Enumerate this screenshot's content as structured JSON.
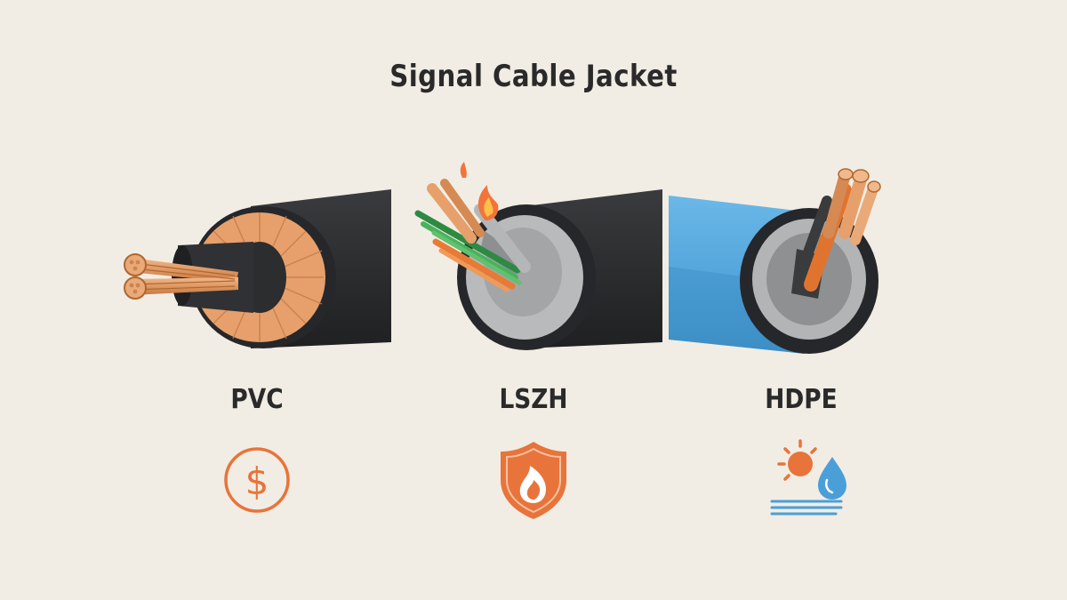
{
  "title": "Signal Cable Jacket",
  "materials": [
    {
      "label": "PVC",
      "icon": "dollar-icon"
    },
    {
      "label": "LSZH",
      "icon": "flame-shield-icon"
    },
    {
      "label": "HDPE",
      "icon": "sun-water-icon"
    }
  ],
  "colors": {
    "background": "#f1ede4",
    "jacket_black": "#2e2f31",
    "jacket_blue": "#5aaee3",
    "copper": "#e09a63",
    "accent_orange": "#e8743b"
  }
}
